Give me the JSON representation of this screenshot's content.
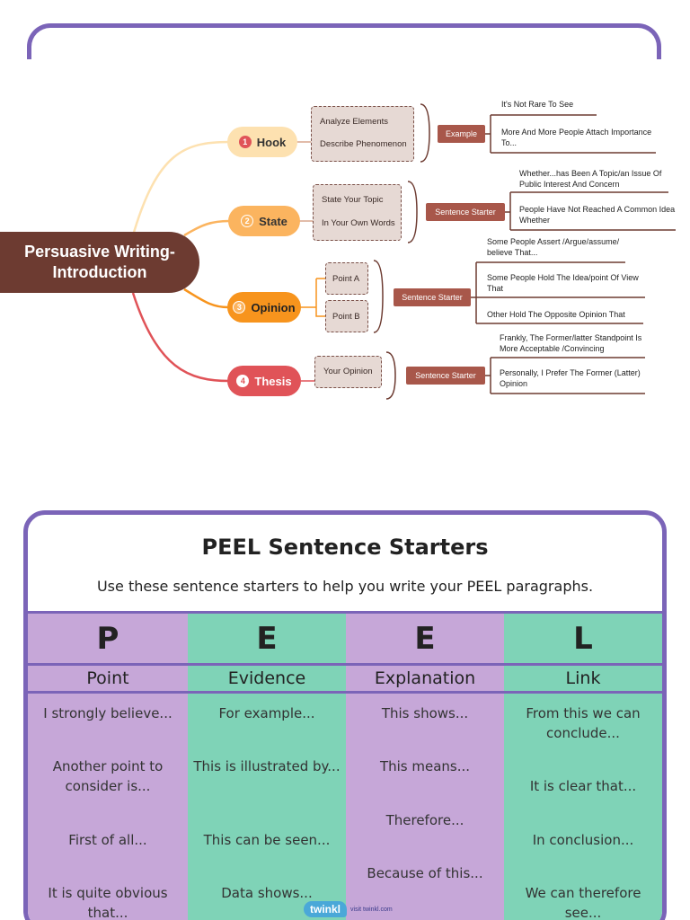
{
  "mindmap": {
    "central": [
      "Persuasive Writing-",
      "Introduction"
    ],
    "branches": {
      "hook": {
        "num": "1",
        "label": "Hook"
      },
      "state": {
        "num": "2",
        "label": "State"
      },
      "opinion": {
        "num": "3",
        "label": "Opinion"
      },
      "thesis": {
        "num": "4",
        "label": "Thesis"
      }
    },
    "sub": {
      "hook_a": "Analyze Elements",
      "hook_b": "Describe Phenomenon",
      "state_a": "State Your Topic",
      "state_b": "In Your Own Words",
      "opinion_a": "Point A",
      "opinion_b": "Point B",
      "thesis_a": "Your Opinion"
    },
    "tags": {
      "hook": "Example",
      "state": "Sentence Starter",
      "opinion": "Sentence Starter",
      "thesis": "Sentence Starter"
    },
    "starters": {
      "hook": [
        "It's Not Rare To See",
        "More And More People Attach Importance To..."
      ],
      "state": [
        "Whether...has Been A Topic/an Issue Of Public Interest And Concern",
        "People Have Not Reached A Common Idea Whether"
      ],
      "opinion": [
        "Some People Assert /Argue/assume/ believe That...",
        "Some People Hold The Idea/point Of View That",
        "Other Hold The Opposite Opinion That"
      ],
      "thesis": [
        "Frankly, The Former/latter Standpoint Is More Acceptable /Convincing",
        "Personally, I Prefer The Former (Latter) Opinion"
      ]
    },
    "colors": {
      "central": "#6d3b31",
      "hook": "#fde1b0",
      "state": "#fbb45f",
      "opinion": "#f7941d",
      "thesis": "#e05358",
      "tag": "#a8574a"
    }
  },
  "peel": {
    "title": "PEEL Sentence Starters",
    "subtitle": "Use these sentence starters to help you write your PEEL paragraphs.",
    "columns": [
      {
        "letter": "P",
        "name": "Point",
        "items": [
          "I strongly believe...",
          "Another point to consider is...",
          "First of all...",
          "It is quite obvious that..."
        ]
      },
      {
        "letter": "E",
        "name": "Evidence",
        "items": [
          "For example...",
          "This is illustrated by...",
          "This can be seen...",
          "Data shows..."
        ]
      },
      {
        "letter": "E",
        "name": "Explanation",
        "items": [
          "This shows...",
          "This means...",
          "Therefore...",
          "Because of this..."
        ]
      },
      {
        "letter": "L",
        "name": "Link",
        "items": [
          "From this we can conclude...",
          "It is clear that...",
          "In conclusion...",
          "We can therefore see..."
        ]
      }
    ],
    "colors": {
      "purple": "#c6a7d8",
      "green": "#7fd3b7",
      "border": "#7b64b8"
    }
  },
  "footer": {
    "logo": "twinkl",
    "url": "visit twinkl.com"
  }
}
